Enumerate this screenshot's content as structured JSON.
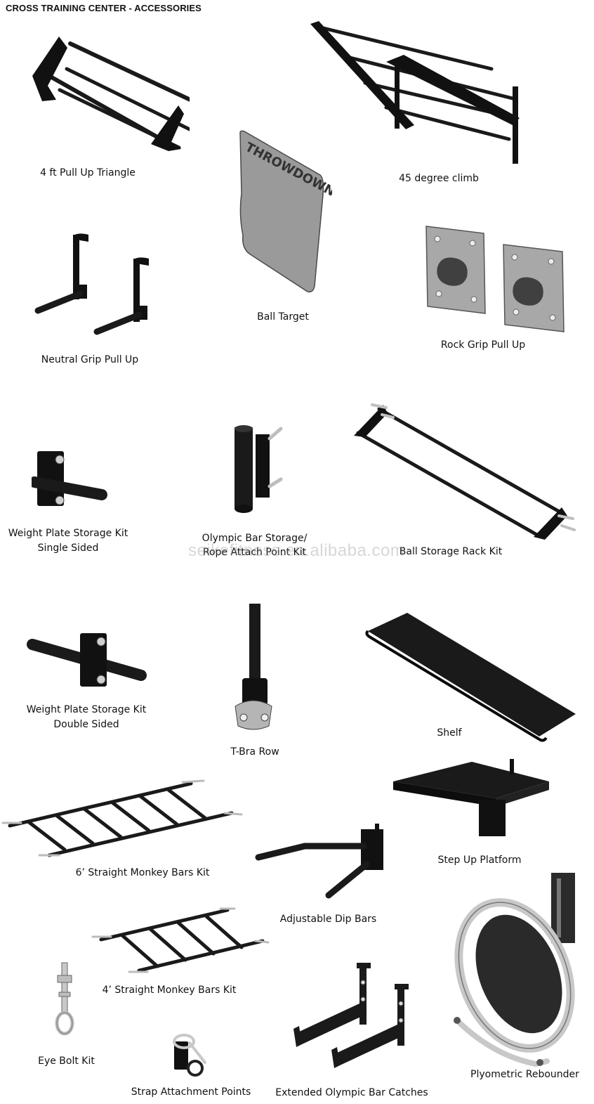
{
  "header": {
    "title": "CROSS TRAINING CENTER - ACCESSORIES"
  },
  "watermark": "seikefitness.en.alibaba.com",
  "brand": {
    "target_logo": "THROWDOWN"
  },
  "colors": {
    "steel": "#1a1a1a",
    "plate_gray": "#8f8f8f",
    "silver": "#cfcfcf"
  },
  "items": {
    "pull_up_triangle": {
      "label": "4 ft Pull Up Triangle",
      "icon": "pull-up-triangle-icon"
    },
    "degree_climb": {
      "label": "45 degree climb",
      "icon": "climb-frame-icon"
    },
    "ball_target": {
      "label": "Ball Target",
      "icon": "ball-target-icon"
    },
    "neutral_grip": {
      "label": "Neutral Grip Pull Up",
      "icon": "neutral-grip-icon"
    },
    "rock_grip": {
      "label": "Rock Grip Pull Up",
      "icon": "rock-grip-icon"
    },
    "plate_single": {
      "label_line1": "Weight Plate Storage Kit",
      "label_line2": "Single Sided",
      "icon": "plate-storage-single-icon"
    },
    "olympic_storage": {
      "label_line1": "Olympic Bar Storage/",
      "label_line2": "Rope Attach Point Kit",
      "icon": "olympic-bar-storage-icon"
    },
    "ball_rack": {
      "label": "Ball Storage Rack Kit",
      "icon": "ball-storage-rack-icon"
    },
    "plate_double": {
      "label_line1": "Weight Plate Storage Kit",
      "label_line2": "Double Sided",
      "icon": "plate-storage-double-icon"
    },
    "tbar_row": {
      "label": "T-Bra Row",
      "icon": "t-bar-row-icon"
    },
    "shelf": {
      "label": "Shelf",
      "icon": "shelf-icon"
    },
    "monkey_6": {
      "label": "6’ Straight Monkey Bars Kit",
      "icon": "monkey-bars-6-icon"
    },
    "step_up": {
      "label": "Step Up Platform",
      "icon": "step-up-platform-icon"
    },
    "dip_bars": {
      "label": "Adjustable Dip Bars",
      "icon": "dip-bars-icon"
    },
    "monkey_4": {
      "label": "4’ Straight Monkey Bars Kit",
      "icon": "monkey-bars-4-icon"
    },
    "eye_bolt": {
      "label": "Eye Bolt Kit",
      "icon": "eye-bolt-icon"
    },
    "rebounder": {
      "label": "Plyometric Rebounder",
      "icon": "plyometric-rebounder-icon"
    },
    "strap_points": {
      "label": "Strap Attachment Points",
      "icon": "strap-attachment-icon"
    },
    "olympic_catches": {
      "label": "Extended Olympic Bar Catches",
      "icon": "bar-catches-icon"
    }
  }
}
